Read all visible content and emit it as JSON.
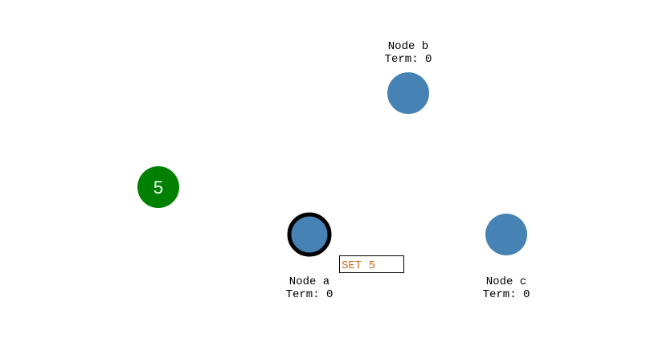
{
  "colors": {
    "node": "#4682b4",
    "client": "#008000",
    "command_text": "#d2691e",
    "selected_outline": "#000000"
  },
  "client": {
    "value": "5"
  },
  "nodes": [
    {
      "name": "Node a",
      "term": "Term: 0",
      "selected": true
    },
    {
      "name": "Node b",
      "term": "Term: 0",
      "selected": false
    },
    {
      "name": "Node c",
      "term": "Term: 0",
      "selected": false
    }
  ],
  "command": {
    "label": "SET 5"
  }
}
